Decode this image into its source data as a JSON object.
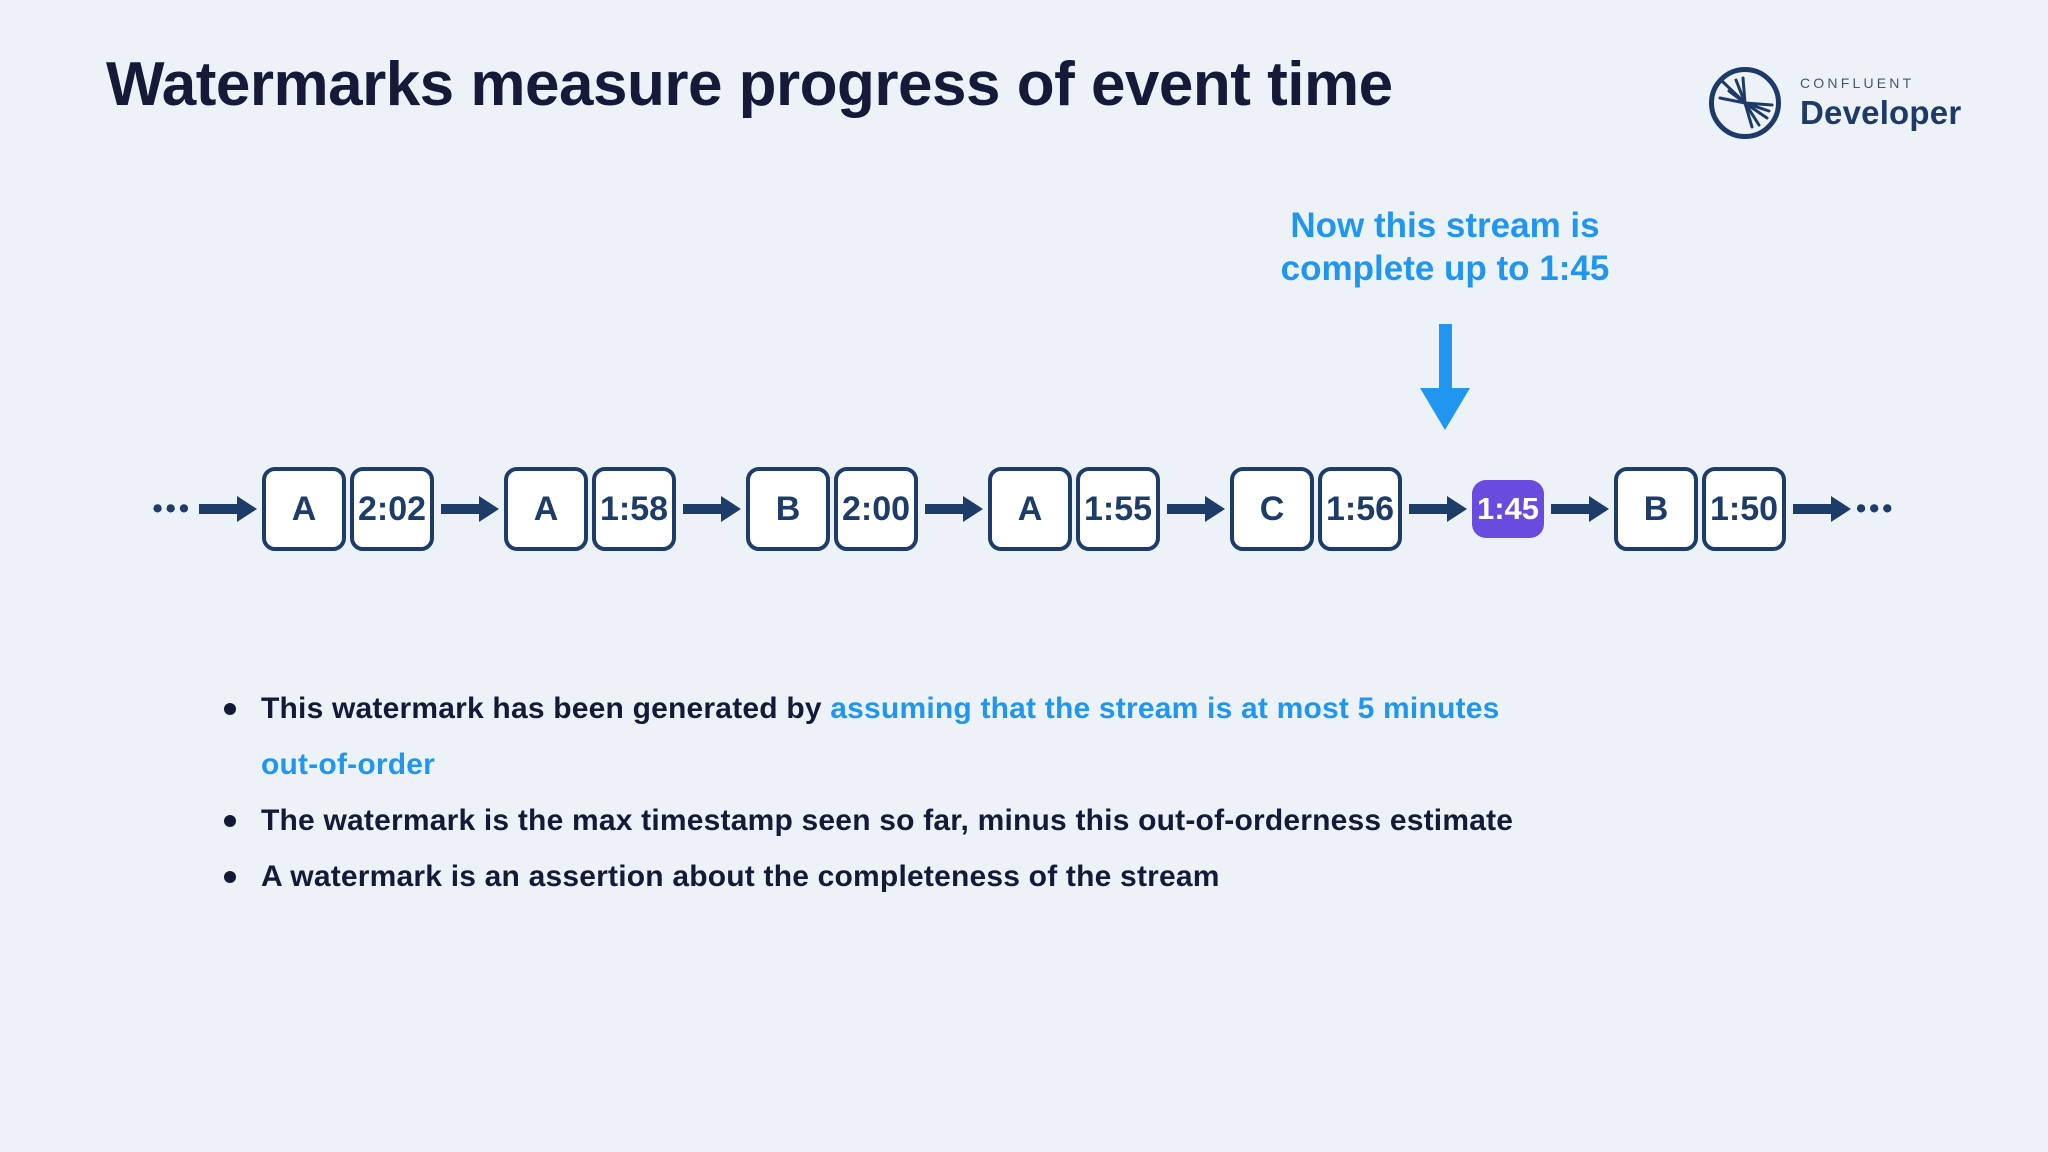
{
  "header": {
    "title": "Watermarks measure progress of event time",
    "logo": {
      "brand": "CONFLUENT",
      "product": "Developer",
      "icon": "confluent-starburst-icon"
    }
  },
  "callout": {
    "line1": "Now this stream is",
    "line2": "complete up to 1:45"
  },
  "stream": {
    "leading_ellipsis": "•••",
    "trailing_ellipsis": "•••",
    "events": [
      {
        "type": "event",
        "key": "A",
        "time": "2:02"
      },
      {
        "type": "event",
        "key": "A",
        "time": "1:58"
      },
      {
        "type": "event",
        "key": "B",
        "time": "2:00"
      },
      {
        "type": "event",
        "key": "A",
        "time": "1:55"
      },
      {
        "type": "event",
        "key": "C",
        "time": "1:56"
      },
      {
        "type": "watermark",
        "time": "1:45"
      },
      {
        "type": "event",
        "key": "B",
        "time": "1:50"
      }
    ]
  },
  "bullets": [
    {
      "segments": [
        {
          "text": "This watermark has been generated by ",
          "color": "navy"
        },
        {
          "text": "assuming that the stream is at most 5 minutes",
          "color": "blue"
        },
        {
          "text": "out-of-order",
          "color": "blue"
        }
      ]
    },
    {
      "segments": [
        {
          "text": "The watermark is the max timestamp seen so far, minus this out-of-orderness estimate",
          "color": "navy"
        }
      ]
    },
    {
      "segments": [
        {
          "text": "A watermark is an assertion about the completeness of the stream",
          "color": "navy"
        }
      ]
    }
  ],
  "colors": {
    "background": "#edf2f9",
    "text_navy": "#141a38",
    "diagram_navy": "#1e3c69",
    "accent_blue": "#2196f0",
    "watermark_purple": "#6a4be0",
    "box_fill": "#ffffff"
  }
}
